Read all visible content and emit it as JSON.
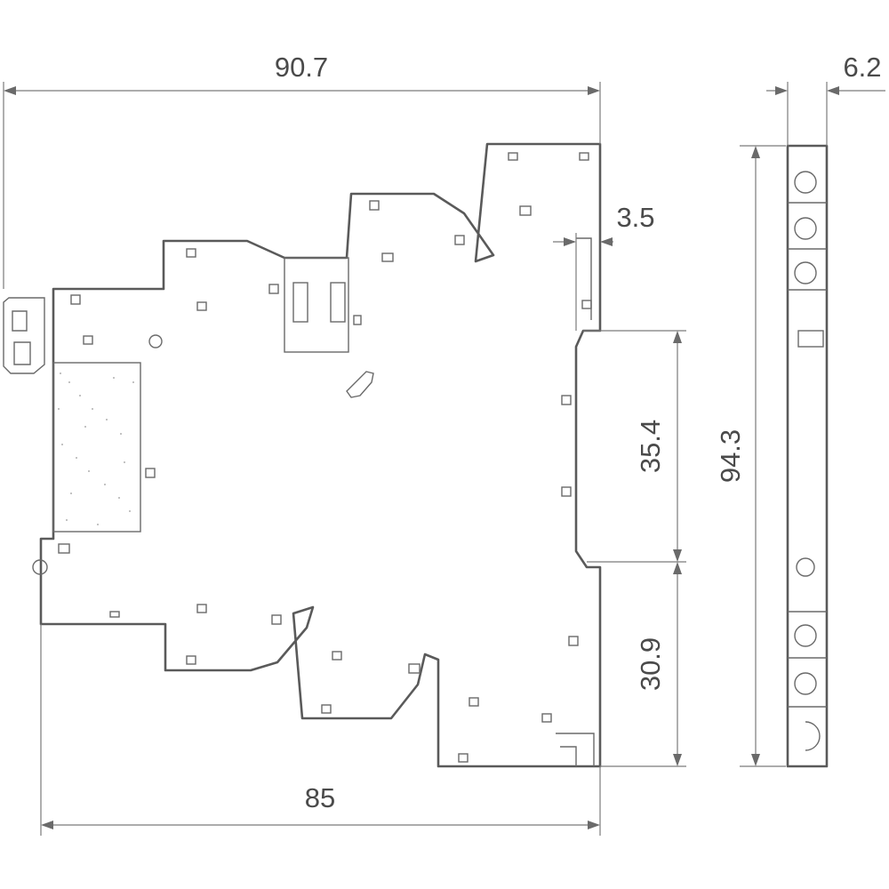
{
  "dimensions": {
    "overall_width": "90.7",
    "module_width": "6.2",
    "clip_offset": "3.5",
    "rail_width": "35.4",
    "lower_height": "30.9",
    "base_width": "85",
    "total_height": "94.3"
  },
  "colors": {
    "outline": "#5a5a5a",
    "dimension_line": "#7a7a7a",
    "text": "#4a4a4a"
  }
}
